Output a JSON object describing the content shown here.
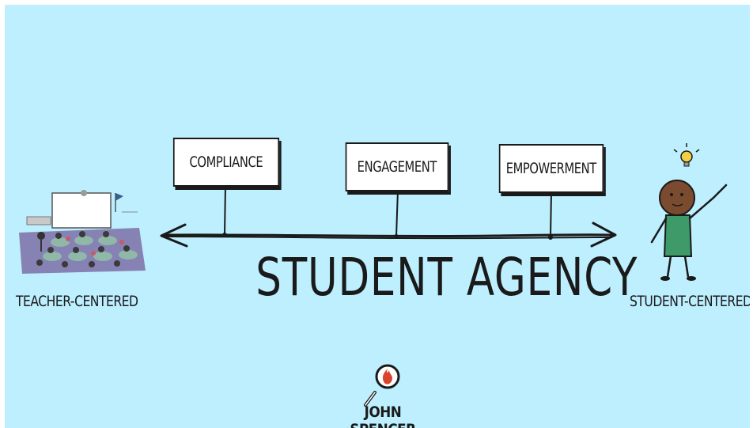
{
  "title": "STUDENT AGENCY",
  "stages": [
    {
      "label": "COMPLIANCE"
    },
    {
      "label": "ENGAGEMENT"
    },
    {
      "label": "EMPOWERMENT"
    }
  ],
  "left_end": {
    "label": "TEACHER-CENTERED",
    "icon": "classroom-icon"
  },
  "right_end": {
    "label": "STUDENT-CENTERED",
    "icon": "student-with-lightbulb-icon"
  },
  "author": {
    "name": "JOHN SPENCER",
    "icon": "magnifying-glass-flame-logo"
  },
  "colors": {
    "background": "#bdefff",
    "ink": "#1a1a1a",
    "student_shirt": "#3f9a6a",
    "student_skin": "#7a4b2f",
    "lightbulb": "#f2d046",
    "logo_flame": "#d8442e"
  }
}
